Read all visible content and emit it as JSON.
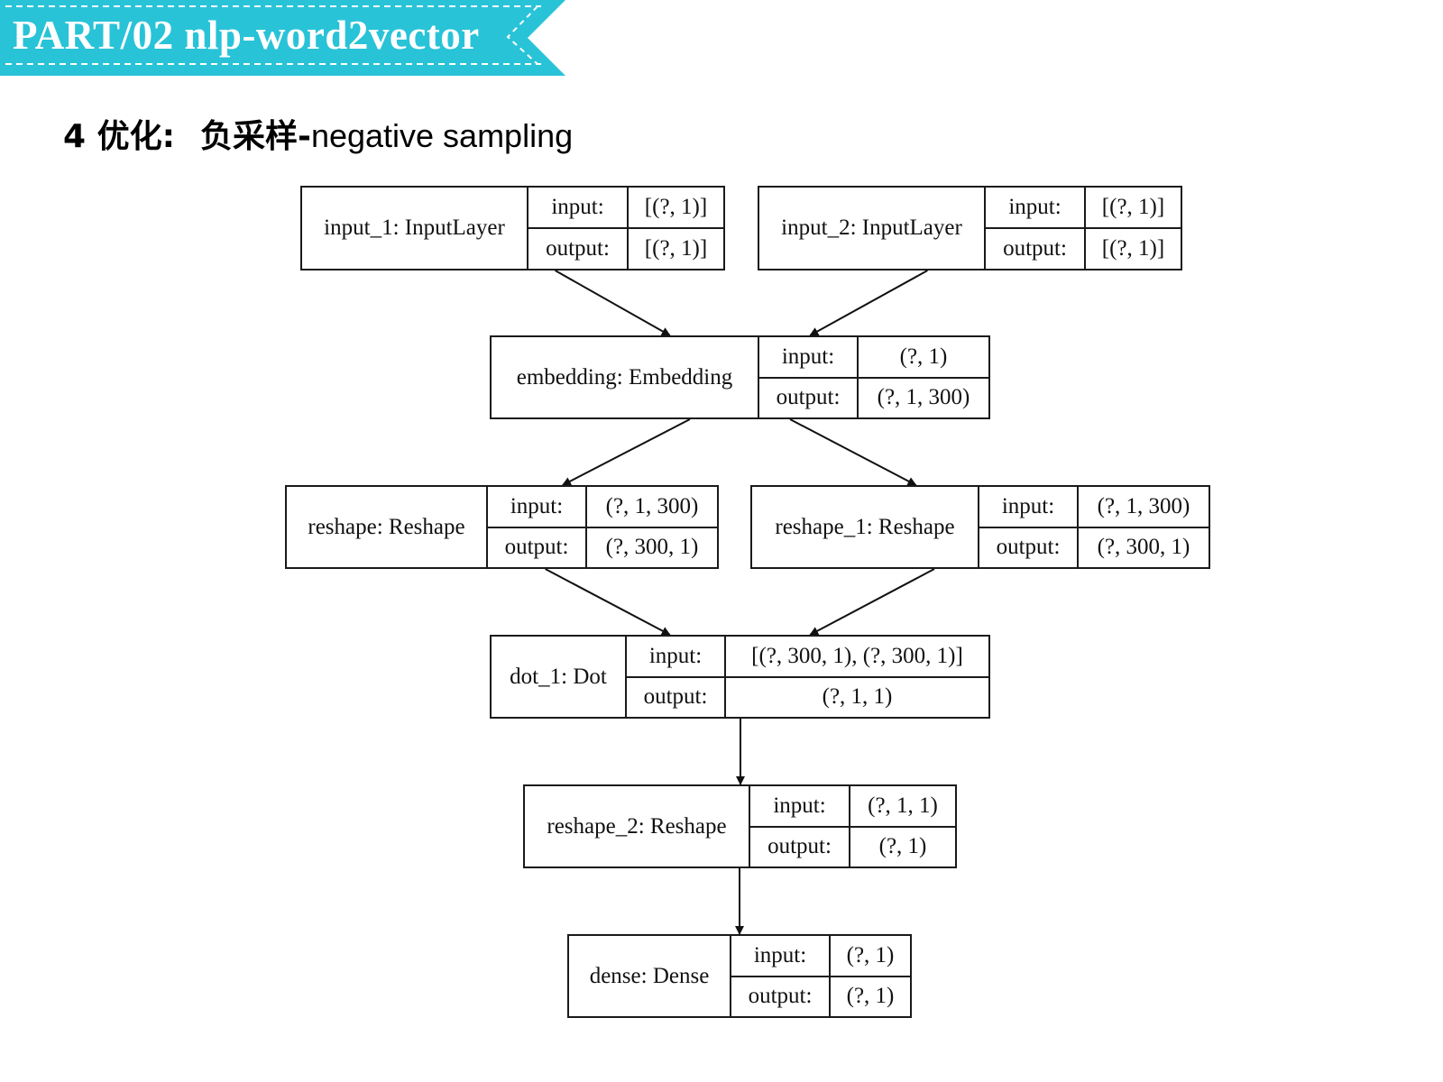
{
  "header": {
    "title": "PART/02 nlp-word2vector",
    "accent_color": "#29C3D8"
  },
  "heading": {
    "prefix": "4 优化:",
    "topic": "负采样-",
    "english": "negative sampling"
  },
  "diagram": {
    "row_labels": {
      "input": "input:",
      "output": "output:"
    },
    "nodes": {
      "input_1": {
        "name": "input_1: InputLayer",
        "input": "[(?, 1)]",
        "output": "[(?, 1)]"
      },
      "input_2": {
        "name": "input_2: InputLayer",
        "input": "[(?, 1)]",
        "output": "[(?, 1)]"
      },
      "embedding": {
        "name": "embedding: Embedding",
        "input": "(?, 1)",
        "output": "(?, 1, 300)"
      },
      "reshape": {
        "name": "reshape: Reshape",
        "input": "(?, 1, 300)",
        "output": "(?, 300, 1)"
      },
      "reshape_1": {
        "name": "reshape_1: Reshape",
        "input": "(?, 1, 300)",
        "output": "(?, 300, 1)"
      },
      "dot_1": {
        "name": "dot_1: Dot",
        "input": "[(?, 300, 1), (?, 300, 1)]",
        "output": "(?, 1, 1)"
      },
      "reshape_2": {
        "name": "reshape_2: Reshape",
        "input": "(?, 1, 1)",
        "output": "(?, 1)"
      },
      "dense": {
        "name": "dense: Dense",
        "input": "(?, 1)",
        "output": "(?, 1)"
      }
    },
    "edges": [
      [
        "input_1",
        "embedding"
      ],
      [
        "input_2",
        "embedding"
      ],
      [
        "embedding",
        "reshape"
      ],
      [
        "embedding",
        "reshape_1"
      ],
      [
        "reshape",
        "dot_1"
      ],
      [
        "reshape_1",
        "dot_1"
      ],
      [
        "dot_1",
        "reshape_2"
      ],
      [
        "reshape_2",
        "dense"
      ]
    ]
  }
}
